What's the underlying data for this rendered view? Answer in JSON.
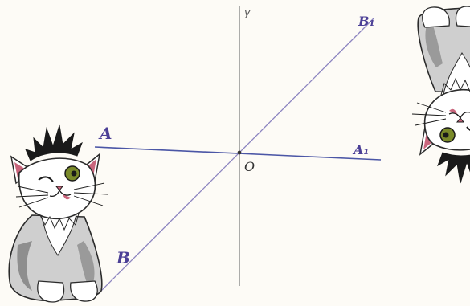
{
  "figure": {
    "axis_label": "y",
    "origin_label": "O",
    "points": {
      "A": "A",
      "B": "B",
      "A1": "A₁",
      "B1": "B₁"
    },
    "colors": {
      "segment": "#4b56a6",
      "diagonal": "#8c84c0",
      "axis": "#8a8a8a",
      "label": "#4b3f96",
      "cat_fur": "#c9c9c9",
      "cat_shade": "#8e8e8e",
      "cat_hair": "#1a1a1a",
      "ear_inner": "#c9657c",
      "eye": "#7a8a2a"
    },
    "cats": [
      {
        "name": "kitten-original",
        "orientation": "upright"
      },
      {
        "name": "kitten-image",
        "orientation": "rotated-180"
      }
    ]
  }
}
